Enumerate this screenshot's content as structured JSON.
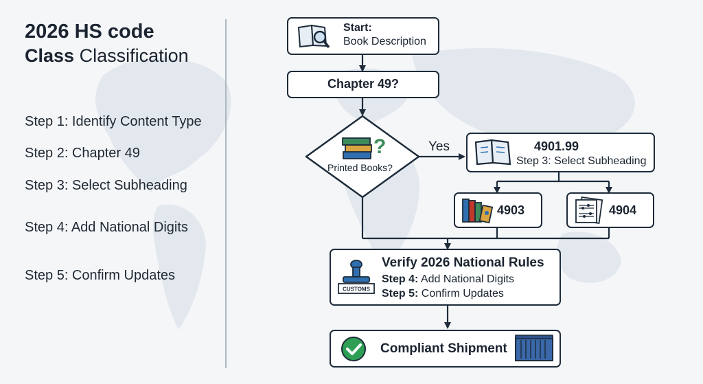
{
  "header": {
    "title_line1": "2026 HS code",
    "title_line2_bold": "Class",
    "title_line2_rest": "Classification"
  },
  "steps": [
    "Step 1: Identify Content Type",
    "Step 2: Chapter 49",
    "Step 3: Select Subheading",
    "Step 4: Add National Digits",
    "Step 5: Confirm Updates"
  ],
  "flow": {
    "start_label": "Start:",
    "start_sub": "Book Description",
    "chapter": "Chapter 49?",
    "decision": "Printed Books?",
    "yes_label": "Yes",
    "code_4901_title": "4901.99",
    "code_4901_sub": "Step 3: Select Subheading",
    "code_4903": "4903",
    "code_4904": "4904",
    "verify_title": "Verify 2026 National Rules",
    "verify_step4_bold": "Step 4:",
    "verify_step4_rest": "Add National Digits",
    "verify_step5_bold": "Step 5:",
    "verify_step5_rest": "Confirm Updates",
    "customs_stamp": "CUSTOMS",
    "compliant": "Compliant Shipment"
  },
  "colors": {
    "line": "#1d2b3a",
    "accent_blue": "#2f6fb0",
    "check_green": "#2e9e54",
    "container_blue": "#3a68a8"
  }
}
